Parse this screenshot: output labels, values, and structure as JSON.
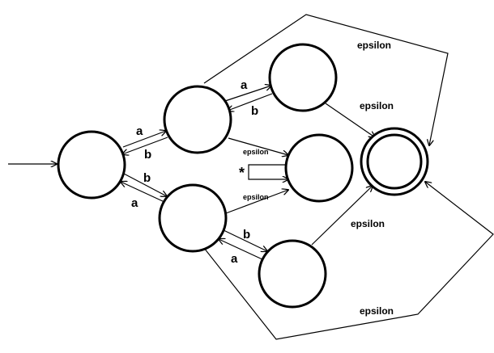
{
  "labels": {
    "a": "a",
    "b": "b",
    "epsilon": "epsilon",
    "star": "*"
  },
  "colors": {
    "stroke": "#000000",
    "background": "#ffffff"
  }
}
